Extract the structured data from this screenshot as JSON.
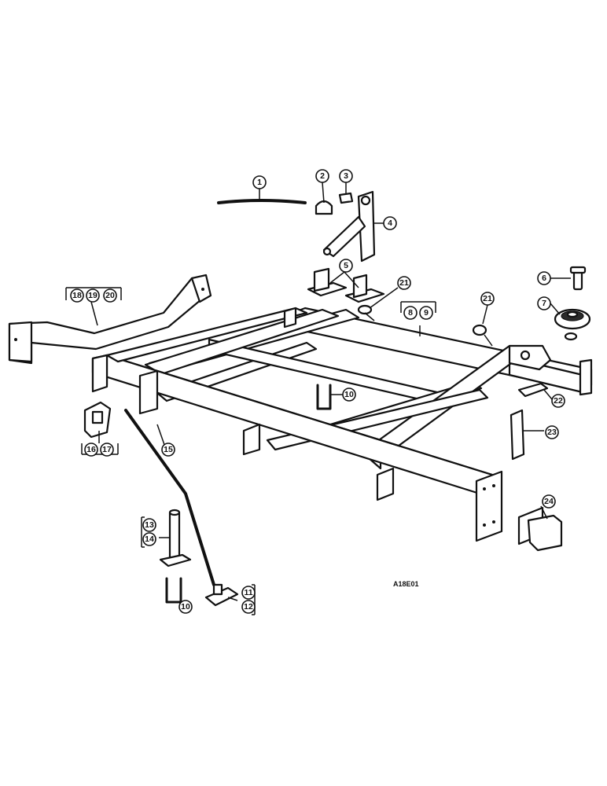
{
  "figure_code": "A18E01",
  "callouts": {
    "c1": "1",
    "c2": "2",
    "c3": "3",
    "c4": "4",
    "c5": "5",
    "c6": "6",
    "c7": "7",
    "c8": "8",
    "c9": "9",
    "c10a": "10",
    "c10b": "10",
    "c11": "11",
    "c12": "12",
    "c13": "13",
    "c14": "14",
    "c15": "15",
    "c16": "16",
    "c17": "17",
    "c18": "18",
    "c19": "19",
    "c20": "20",
    "c21a": "21",
    "c21b": "21",
    "c22": "22",
    "c23": "23",
    "c24": "24"
  }
}
